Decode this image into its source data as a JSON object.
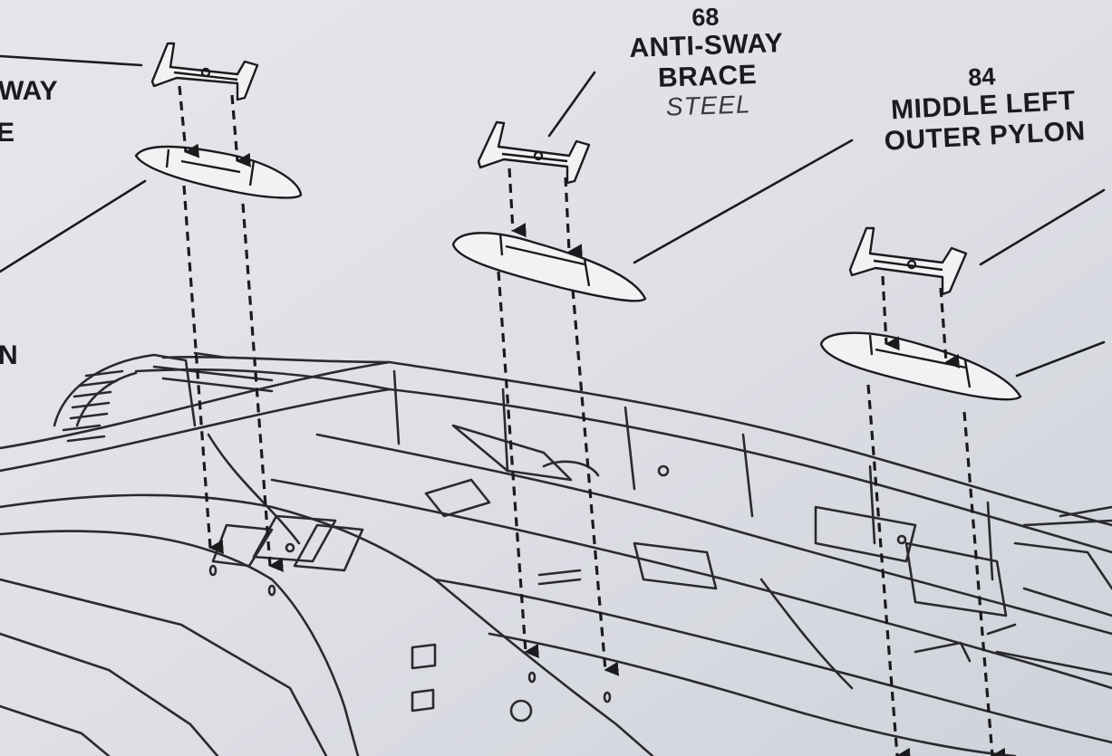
{
  "callouts": [
    {
      "number": "68",
      "line1": "ANTI-SWAY",
      "line2": "BRACE",
      "material": "STEEL"
    },
    {
      "number": "84",
      "line1": "MIDDLE LEFT",
      "line2": "OUTER PYLON"
    }
  ],
  "left_edge_fragments": [
    "WAY",
    "E",
    "N"
  ],
  "colors": {
    "paper": "#dcdee4",
    "ink": "#1b1b1e",
    "material_text": "#3a3a3e"
  }
}
